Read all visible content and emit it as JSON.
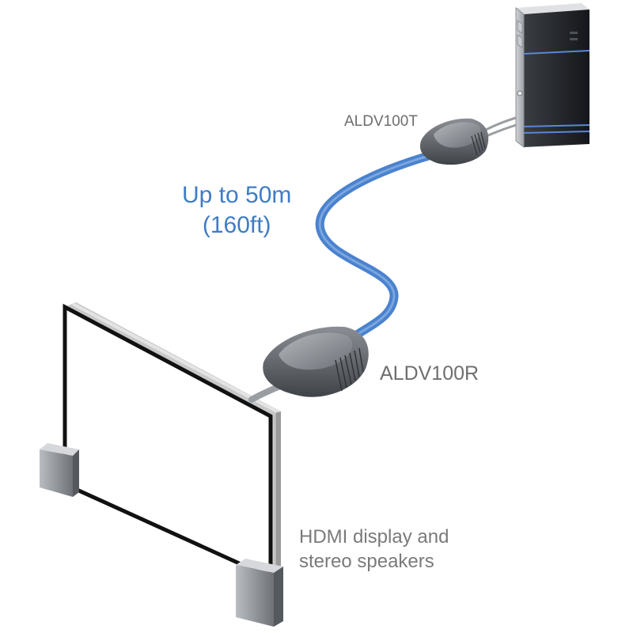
{
  "labels": {
    "transmitter": "ALDV100T",
    "receiver": "ALDV100R",
    "distance_line1": "Up to 50m",
    "distance_line2": "(160ft)",
    "display_line1": "HDMI display and",
    "display_line2": "stereo speakers"
  },
  "colors": {
    "cable": "#4a82cf",
    "distance_text": "#3f7cc6",
    "label_text": "#6e6e6e",
    "tower_accent": "#5b86d6"
  },
  "icons": [
    "computer-tower-icon",
    "transmitter-unit-icon",
    "receiver-unit-icon",
    "hdmi-display-icon",
    "speaker-icon"
  ]
}
